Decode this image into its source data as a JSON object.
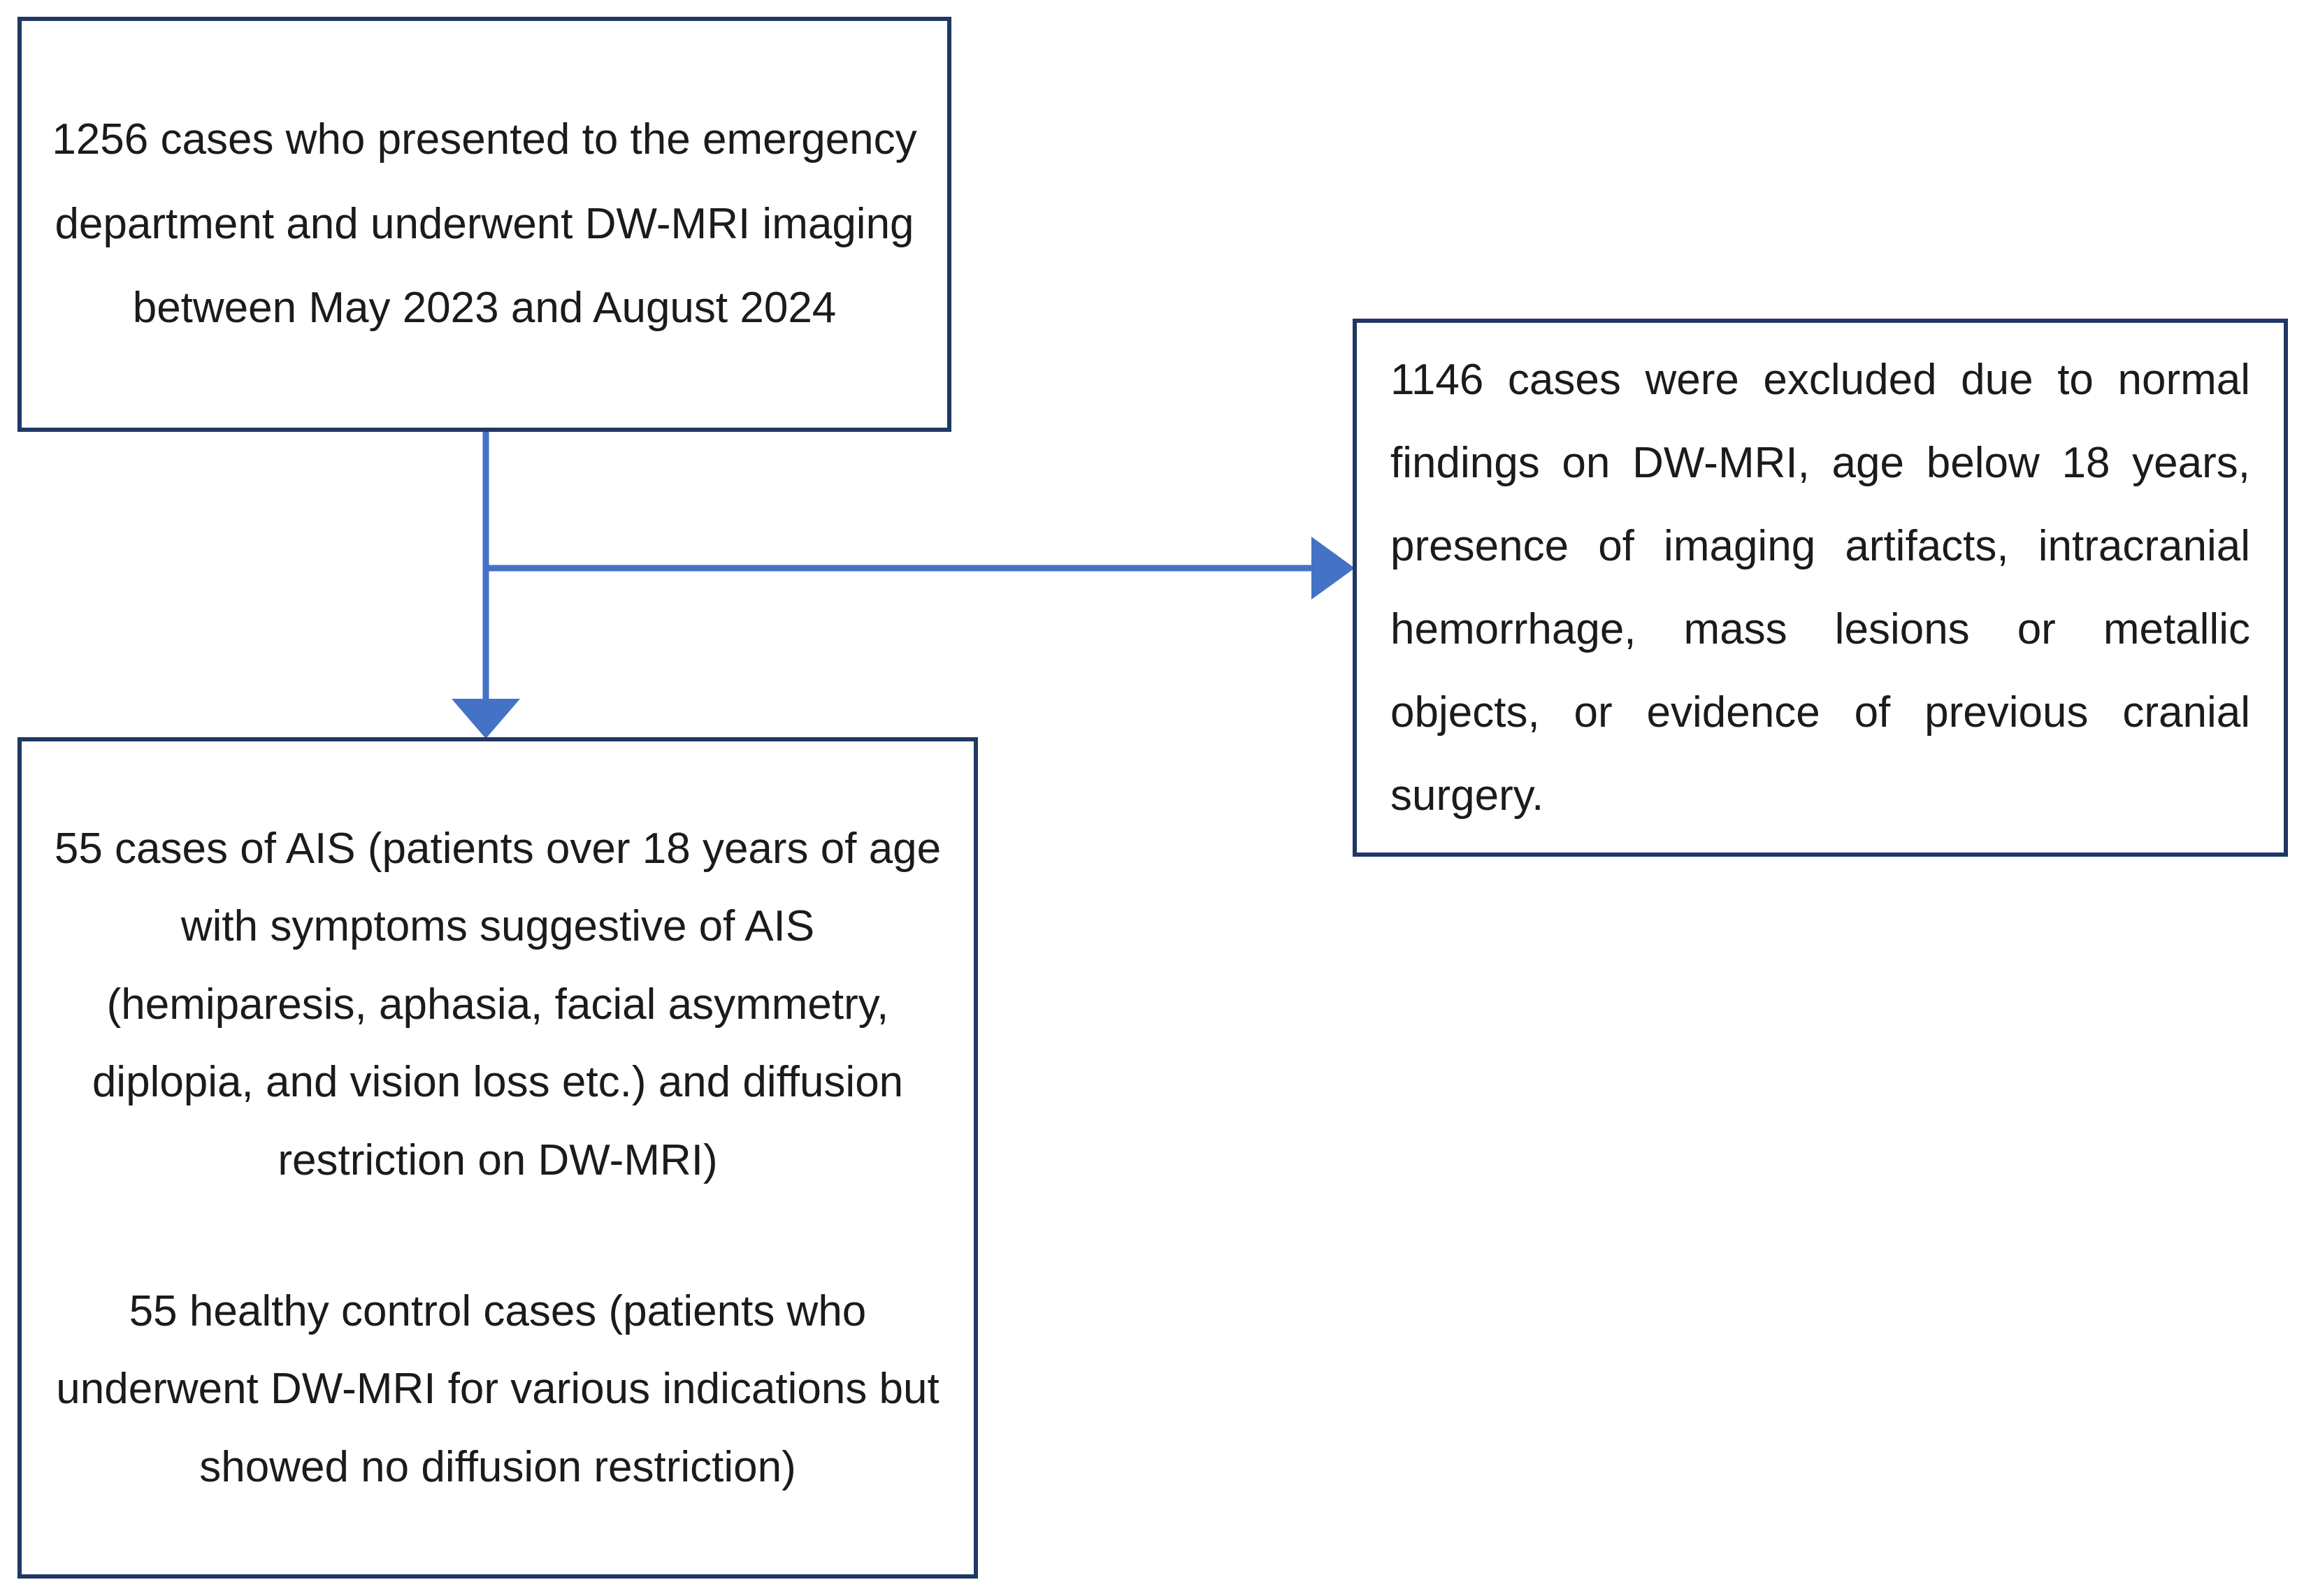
{
  "figure": {
    "type": "flowchart",
    "orientation": "top-down-with-right-branch",
    "colors": {
      "box_border": "#1F3864",
      "connector": "#4472C4",
      "text": "#1B1B1B",
      "background": "#FFFFFF"
    }
  },
  "nodes": {
    "source": {
      "id": "source-box",
      "text": "1256 cases who presented to the emergency department and underwent DW-MRI imaging between May 2023 and August 2024",
      "count": 1256,
      "align": "center",
      "lines": [
        "1256 cases who presented to the",
        "emergency department and underwent",
        "DW-MRI imaging between May 2023 and",
        "August 2024"
      ]
    },
    "excluded": {
      "id": "excluded-box",
      "text": "1146 cases were excluded due to normal findings on DW-MRI, age below 18 years, presence of imaging artifacts, intracranial hemorrhage, mass lesions or metallic objects, or evidence of previous cranial surgery.",
      "count": 1146,
      "align": "justify",
      "lines": [
        "1146 cases were excluded due to normal",
        "findings on DW-MRI, age below 18 years,",
        "presence of imaging artifacts, intracranial",
        "hemorrhage, mass lesions or metallic",
        "objects, or evidence of previous cranial",
        "surgery."
      ]
    },
    "included": {
      "id": "included-box",
      "align": "center",
      "paragraph_1": "55 cases of AIS (patients over 18 years of age with symptoms suggestive of AIS (hemiparesis, aphasia, facial asymmetry, diplopia, and vision loss etc.) and diffusion restriction on DW-MRI)",
      "paragraph_1_count": 55,
      "paragraph_1_lines": [
        "55 cases of AIS (patients over 18 years of",
        "age with symptoms suggestive of AIS",
        "(hemiparesis, aphasia, facial asymmetry,",
        "diplopia, and vision loss etc.) and diffusion",
        "restriction on DW-MRI)"
      ],
      "paragraph_2": "55 healthy control cases (patients who underwent DW-MRI for various indications but showed no diffusion restriction)",
      "paragraph_2_count": 55,
      "paragraph_2_lines": [
        "55 healthy control cases (patients who",
        "underwent DW-MRI for various indications",
        "but showed no diffusion restriction)"
      ]
    }
  },
  "connectors": {
    "to_excluded": {
      "name": "source-to-excluded-arrow",
      "from": "source",
      "to": "excluded",
      "direction": "right",
      "label": ""
    },
    "to_included": {
      "name": "source-to-included-arrow",
      "from": "source",
      "to": "included",
      "direction": "down",
      "label": ""
    }
  }
}
